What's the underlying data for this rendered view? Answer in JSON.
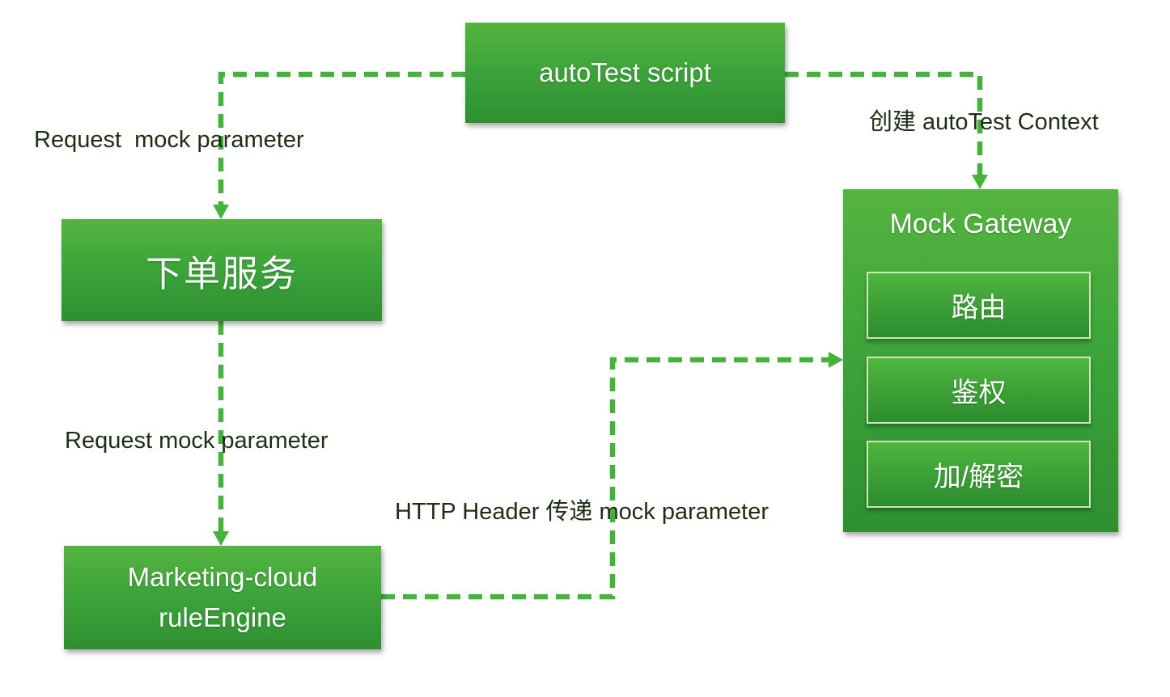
{
  "diagram": {
    "colors": {
      "accent_green": "#46b23e",
      "box_gradient_top": "#55b43f",
      "box_gradient_bottom": "#2e9031",
      "subbox_gradient_top": "#4fb63f",
      "subbox_gradient_bottom": "#2b8c2d",
      "subbox_border": "#cde8b8",
      "label_text": "#1f2d15",
      "node_text": "#ffffff"
    },
    "nodes": {
      "autotest_script": {
        "label": "autoTest script"
      },
      "order_service": {
        "label": "下单服务"
      },
      "rule_engine": {
        "line1": "Marketing-cloud",
        "line2": "ruleEngine"
      },
      "mock_gateway": {
        "title": "Mock Gateway",
        "modules": [
          {
            "label": "路由"
          },
          {
            "label": "鉴权"
          },
          {
            "label": "加/解密"
          }
        ]
      }
    },
    "edge_labels": {
      "request_top": "Request  mock parameter",
      "create_context": "创建 autoTest Context",
      "request_bottom": "Request mock parameter",
      "http_header": "HTTP Header 传递 mock parameter"
    }
  }
}
